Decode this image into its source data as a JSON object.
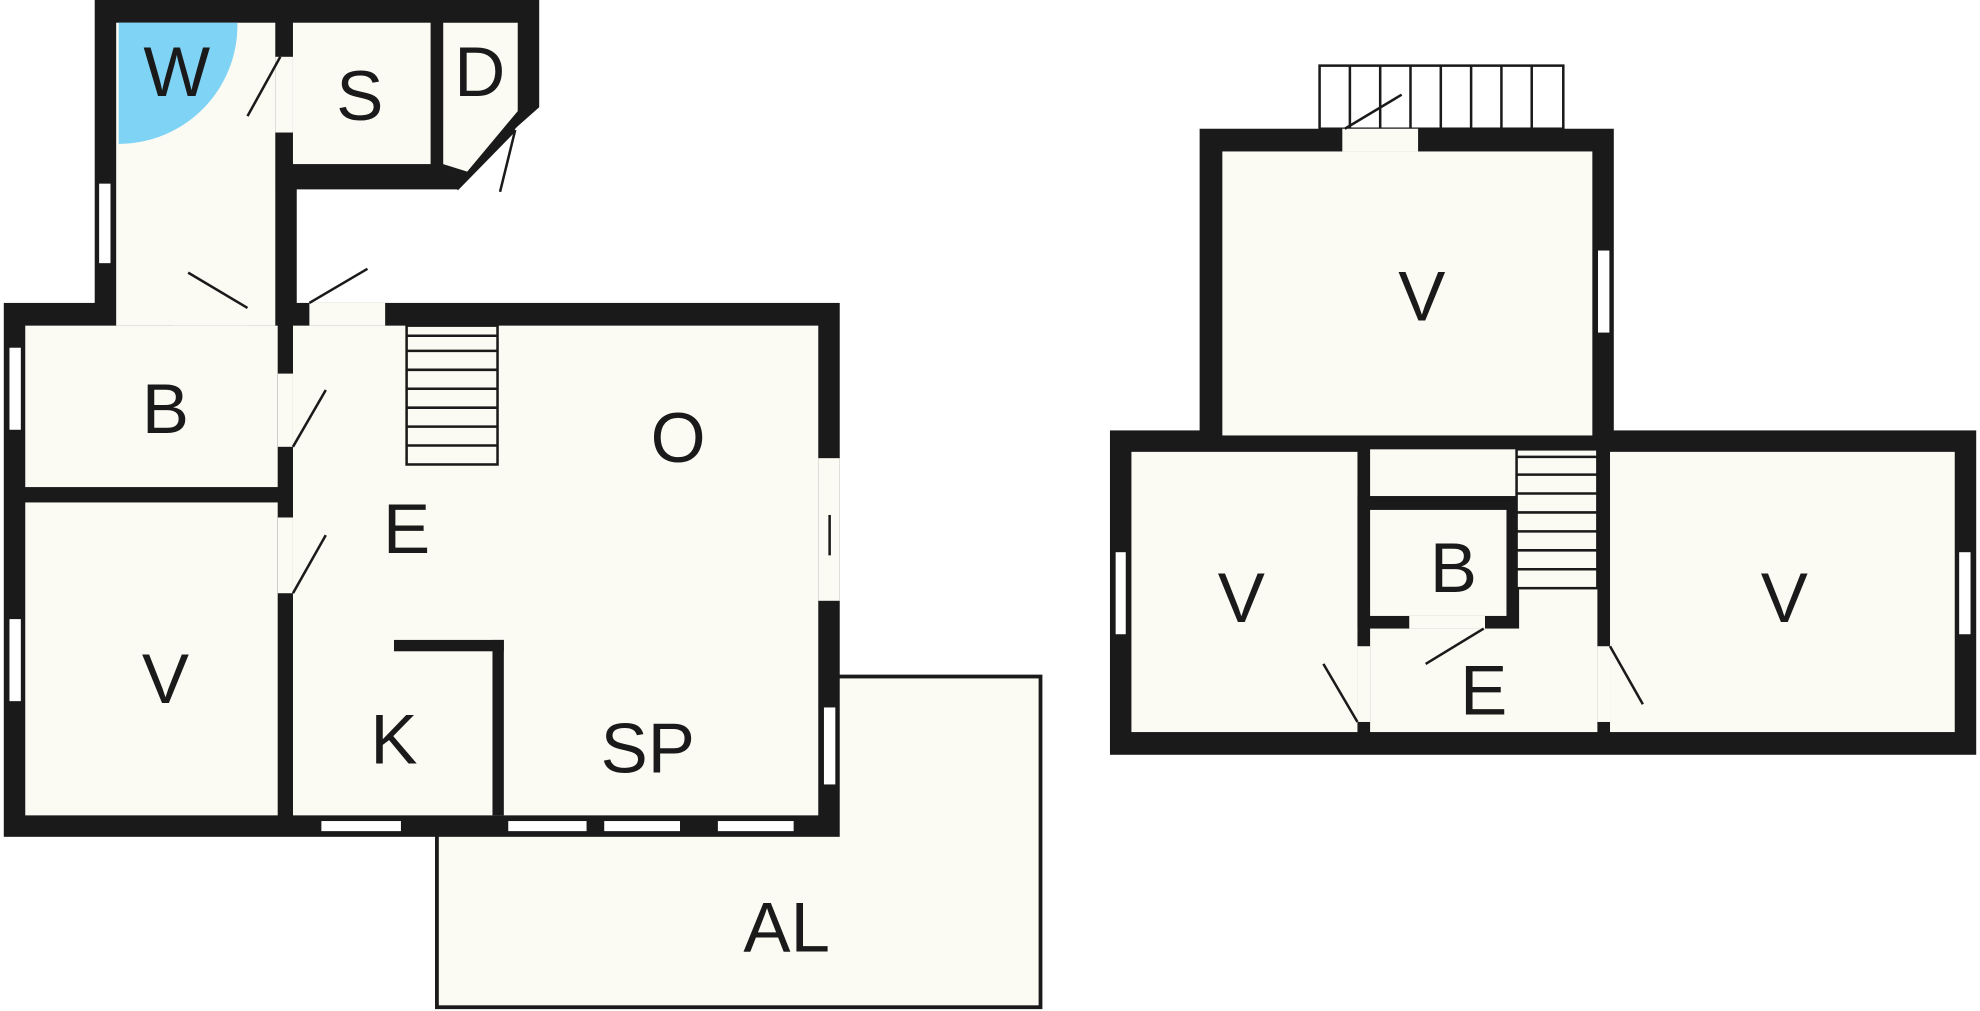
{
  "colors": {
    "wall": "#1a1a1a",
    "floor": "#fbfbf4",
    "shower": "#7fd3f5",
    "background": "#ffffff"
  },
  "ground_floor": {
    "rooms": {
      "wc": "W",
      "storage": "S",
      "d_room": "D",
      "bedroom": "B",
      "living": "V",
      "entrance": "E",
      "open_room": "O",
      "kitchen": "K",
      "dining": "SP",
      "patio": "AL"
    }
  },
  "upper_floor": {
    "rooms": {
      "living_top": "V",
      "living_left": "V",
      "bathroom": "B",
      "entrance": "E",
      "living_right": "V"
    }
  }
}
